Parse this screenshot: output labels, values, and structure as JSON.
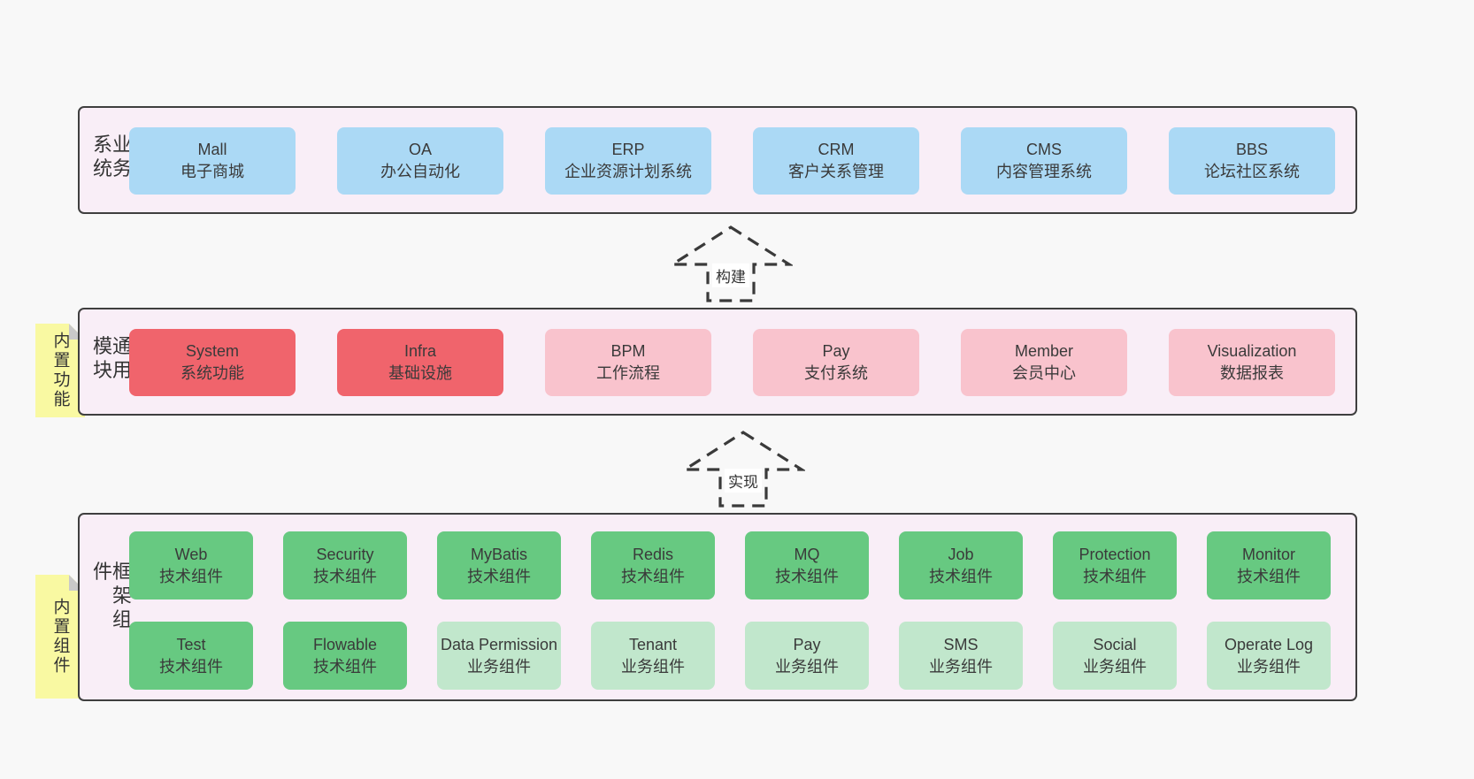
{
  "colors": {
    "page_bg": "#f8f8f8",
    "layer_bg": "#f9eef7",
    "border": "#3f3f3f",
    "blue_box": "#abd9f5",
    "red_box": "#f0646c",
    "pink_box": "#f9c3cd",
    "green_box": "#67c981",
    "lightgreen_box": "#c1e7cc",
    "note_bg": "#f9f9a2",
    "note_fold": "#c9c9c9",
    "text": "#3a3a3a"
  },
  "arrows": [
    {
      "label": "构建"
    },
    {
      "label": "实现"
    }
  ],
  "layers": [
    {
      "id": "business",
      "side_label": "业务系统",
      "boxes": [
        {
          "name": "Mall",
          "desc": "电子商城",
          "variant": "blue"
        },
        {
          "name": "OA",
          "desc": "办公自动化",
          "variant": "blue"
        },
        {
          "name": "ERP",
          "desc": "企业资源计划系统",
          "variant": "blue"
        },
        {
          "name": "CRM",
          "desc": "客户关系管理",
          "variant": "blue"
        },
        {
          "name": "CMS",
          "desc": "内容管理系统",
          "variant": "blue"
        },
        {
          "name": "BBS",
          "desc": "论坛社区系统",
          "variant": "blue"
        }
      ]
    },
    {
      "id": "modules",
      "side_label": "通用模块",
      "note": "内置功能",
      "boxes": [
        {
          "name": "System",
          "desc": "系统功能",
          "variant": "red"
        },
        {
          "name": "Infra",
          "desc": "基础设施",
          "variant": "red"
        },
        {
          "name": "BPM",
          "desc": "工作流程",
          "variant": "pink"
        },
        {
          "name": "Pay",
          "desc": "支付系统",
          "variant": "pink"
        },
        {
          "name": "Member",
          "desc": "会员中心",
          "variant": "pink"
        },
        {
          "name": "Visualization",
          "desc": "数据报表",
          "variant": "pink"
        }
      ]
    },
    {
      "id": "components",
      "side_label": "框架组件",
      "note": "内置组件",
      "rows": [
        [
          {
            "name": "Web",
            "desc": "技术组件",
            "variant": "green"
          },
          {
            "name": "Security",
            "desc": "技术组件",
            "variant": "green"
          },
          {
            "name": "MyBatis",
            "desc": "技术组件",
            "variant": "green"
          },
          {
            "name": "Redis",
            "desc": "技术组件",
            "variant": "green"
          },
          {
            "name": "MQ",
            "desc": "技术组件",
            "variant": "green"
          },
          {
            "name": "Job",
            "desc": "技术组件",
            "variant": "green"
          },
          {
            "name": "Protection",
            "desc": "技术组件",
            "variant": "green"
          },
          {
            "name": "Monitor",
            "desc": "技术组件",
            "variant": "green"
          }
        ],
        [
          {
            "name": "Test",
            "desc": "技术组件",
            "variant": "green"
          },
          {
            "name": "Flowable",
            "desc": "技术组件",
            "variant": "green"
          },
          {
            "name": "Data Permission",
            "desc": "业务组件",
            "variant": "lightgreen"
          },
          {
            "name": "Tenant",
            "desc": "业务组件",
            "variant": "lightgreen"
          },
          {
            "name": "Pay",
            "desc": "业务组件",
            "variant": "lightgreen"
          },
          {
            "name": "SMS",
            "desc": "业务组件",
            "variant": "lightgreen"
          },
          {
            "name": "Social",
            "desc": "业务组件",
            "variant": "lightgreen"
          },
          {
            "name": "Operate Log",
            "desc": "业务组件",
            "variant": "lightgreen"
          }
        ]
      ]
    }
  ]
}
